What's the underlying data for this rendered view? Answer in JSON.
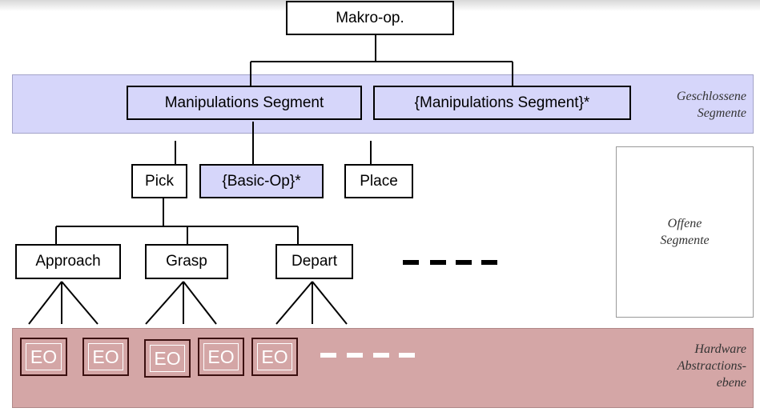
{
  "nodes": {
    "makro": "Makro-op.",
    "manip": "Manipulations Segment",
    "manip_repeat": "{Manipulations Segment}*",
    "pick": "Pick",
    "basic_op": "{Basic-Op}*",
    "place": "Place",
    "approach": "Approach",
    "grasp": "Grasp",
    "depart": "Depart"
  },
  "eo_label": "EO",
  "labels": {
    "geschlossene_1": "Geschlossene",
    "geschlossene_2": "Segmente",
    "offene_1": "Offene",
    "offene_2": "Segmente",
    "hardware_1": "Hardware",
    "hardware_2": "Abstractions-",
    "hardware_3": "ebene"
  },
  "colors": {
    "closed_band": "#d6d6fa",
    "hardware_band": "#d4a6a6"
  }
}
